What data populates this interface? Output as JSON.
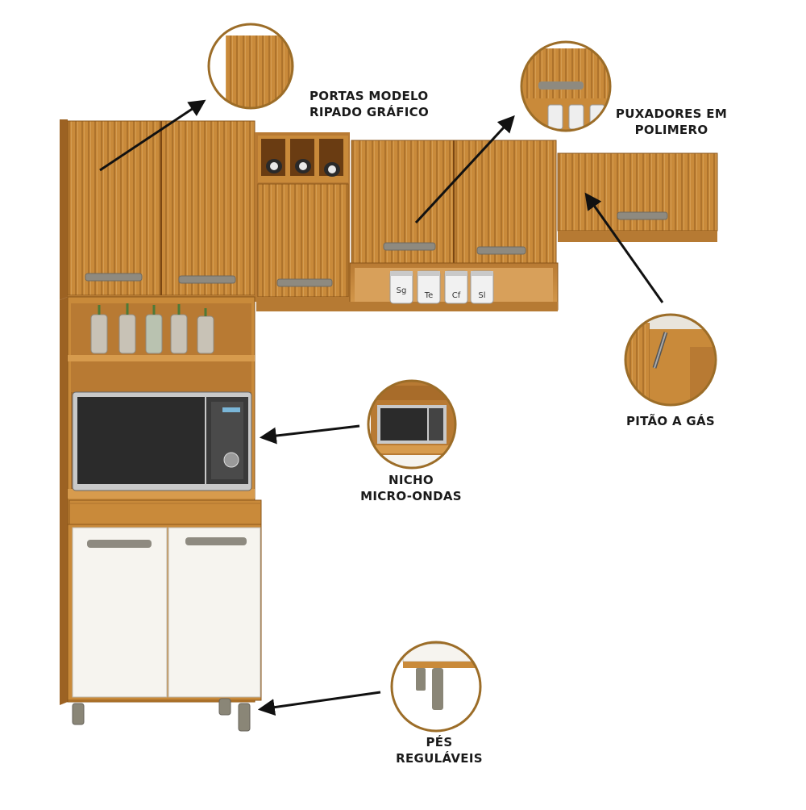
{
  "labels": {
    "portas": [
      "PORTAS MODELO",
      "RIPADO GRÁFICO"
    ],
    "puxadores": [
      "PUXADORES EM",
      "POLIMERO"
    ],
    "pitao": [
      "PITÃO A GÁS"
    ],
    "nicho": [
      "NICHO",
      "MICRO-ONDAS"
    ],
    "pes": [
      "PÉS",
      "REGULÁVEIS"
    ]
  },
  "jars": {
    "labels": [
      "Sg",
      "Te",
      "Cf",
      "Sl"
    ]
  },
  "colors": {
    "wood": "#c98a3a",
    "wood_dark": "#9c6223",
    "white_door": "#f6f4ef",
    "handle": "#8e8a80",
    "callout_ring": "#9c6d28",
    "arrow": "#111111",
    "microwave": "#2b2b2b",
    "legs": "#8a8677"
  },
  "icons": [
    "microwave-icon",
    "bottle-icon",
    "jar-icon",
    "handle-icon",
    "leg-icon",
    "arrow-icon"
  ]
}
